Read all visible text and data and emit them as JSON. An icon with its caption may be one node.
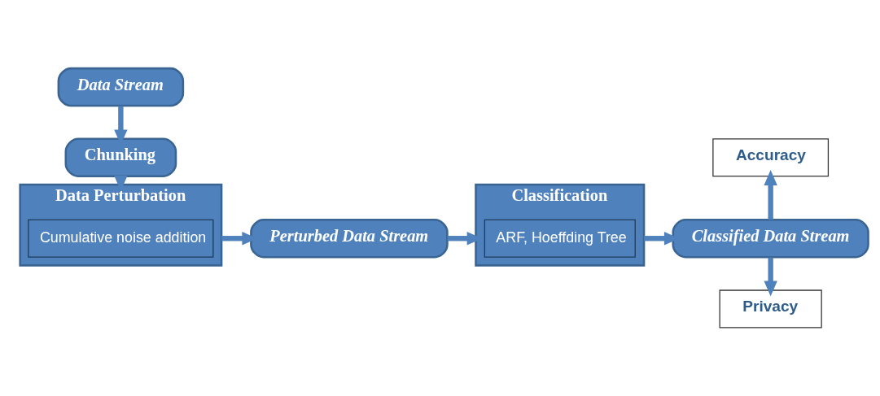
{
  "diagram": {
    "nodes": [
      {
        "text": [
          "Data Stream"
        ]
      },
      {
        "text": [
          "Chunking"
        ]
      },
      {
        "text": [
          "Data Perturbation"
        ]
      },
      {
        "text": [
          "Cumulative noise addition"
        ],
        "in": 2
      },
      {
        "text": [
          "Perturbed Data Stream"
        ]
      },
      {
        "text": [
          "Classification"
        ]
      },
      {
        "text": [
          "ARF, Hoeffding Tree"
        ],
        "in": 5
      },
      {
        "text": [
          "Classified Data Stream"
        ]
      },
      {
        "text": [
          "Accuracy"
        ]
      },
      {
        "text": [
          "Privacy"
        ]
      }
    ],
    "edges": [
      {
        "from": 0,
        "to": 1,
        "arrow": "to"
      },
      {
        "from": 1,
        "to": 2,
        "arrow": "to"
      },
      {
        "from": 2,
        "to": 4,
        "arrow": "to"
      },
      {
        "from": 4,
        "to": 5,
        "arrow": "to"
      },
      {
        "from": 5,
        "to": 7,
        "arrow": "to"
      },
      {
        "from": 7,
        "to": 8,
        "arrow": "to"
      },
      {
        "from": 7,
        "to": 9,
        "arrow": "to"
      }
    ]
  }
}
